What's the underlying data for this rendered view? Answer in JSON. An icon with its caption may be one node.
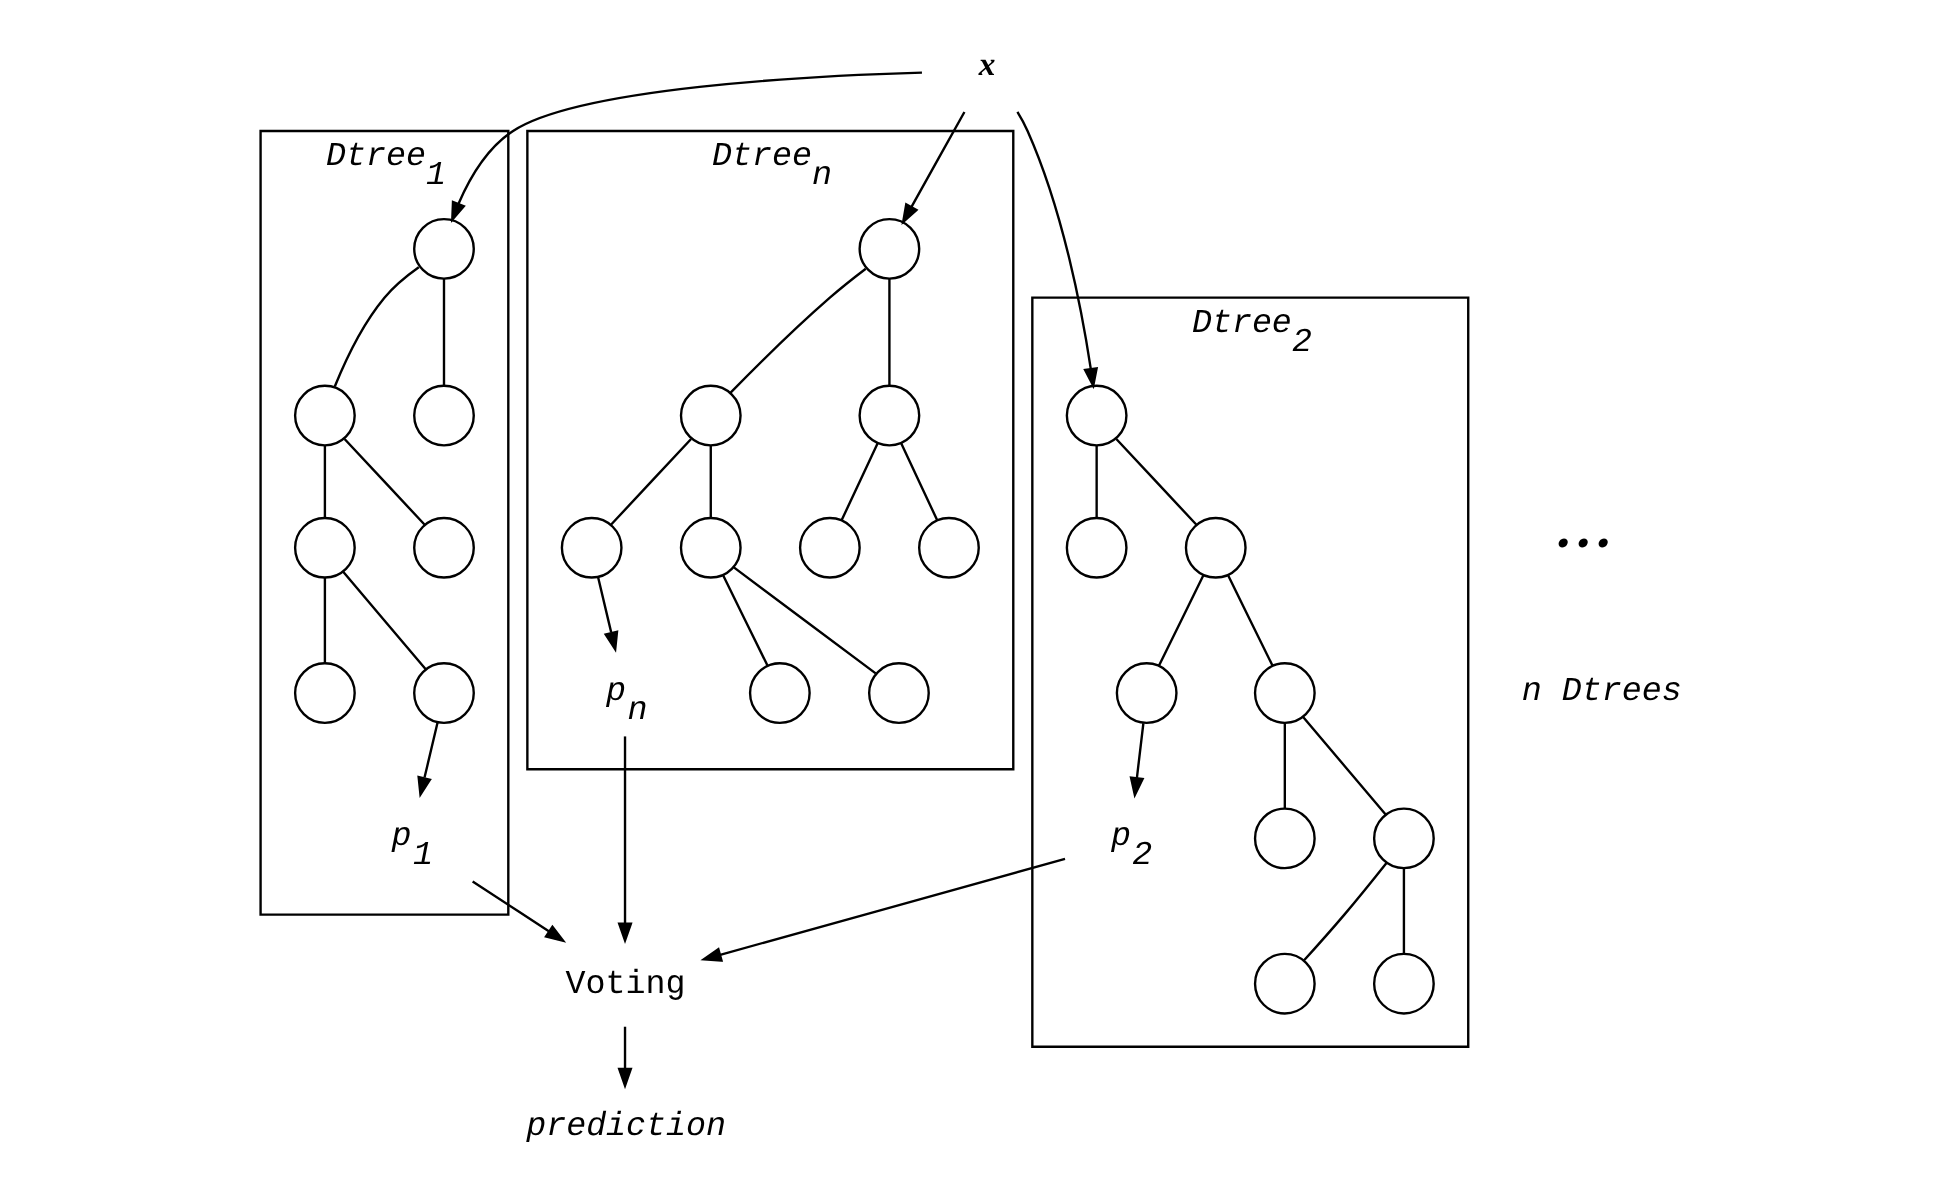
{
  "diagram": {
    "nodes": [
      {
        "text": [
          "x"
        ]
      },
      {
        "text": [
          "Dtree$_{1}$"
        ]
      },
      {
        "text": [],
        "shape": "circle",
        "in": 1
      },
      {
        "text": [],
        "shape": "circle",
        "in": 1
      },
      {
        "text": [],
        "shape": "circle",
        "in": 1
      },
      {
        "text": [],
        "shape": "circle",
        "in": 1
      },
      {
        "text": [],
        "shape": "circle",
        "in": 1
      },
      {
        "text": [],
        "shape": "circle",
        "in": 1
      },
      {
        "text": [],
        "shape": "circle",
        "in": 1
      },
      {
        "text": [
          "p$_{1}$"
        ],
        "in": 1
      },
      {
        "text": [
          "Dtree$_{2}$"
        ]
      },
      {
        "text": [],
        "shape": "circle",
        "in": 10
      },
      {
        "text": [],
        "shape": "circle",
        "in": 10
      },
      {
        "text": [],
        "shape": "circle",
        "in": 10
      },
      {
        "text": [],
        "shape": "circle",
        "in": 10
      },
      {
        "text": [],
        "shape": "circle",
        "in": 10
      },
      {
        "text": [],
        "shape": "circle",
        "in": 10
      },
      {
        "text": [],
        "shape": "circle",
        "in": 10
      },
      {
        "text": [],
        "shape": "circle",
        "in": 10
      },
      {
        "text": [],
        "shape": "circle",
        "in": 10
      },
      {
        "text": [
          "p$_{2}$"
        ],
        "in": 10
      },
      {
        "text": [
          "Dtree$_{n}$"
        ]
      },
      {
        "text": [],
        "shape": "circle",
        "in": 21
      },
      {
        "text": [],
        "shape": "circle",
        "in": 21
      },
      {
        "text": [],
        "shape": "circle",
        "in": 21
      },
      {
        "text": [],
        "shape": "circle",
        "in": 21
      },
      {
        "text": [],
        "shape": "circle",
        "in": 21
      },
      {
        "text": [],
        "shape": "circle",
        "in": 21
      },
      {
        "text": [],
        "shape": "circle",
        "in": 21
      },
      {
        "text": [],
        "shape": "circle",
        "in": 21
      },
      {
        "text": [],
        "shape": "circle",
        "in": 21
      },
      {
        "text": [
          "p$_{n}$"
        ],
        "in": 21
      },
      {
        "text": [
          "Voting"
        ]
      },
      {
        "text": [
          "prediction"
        ]
      }
    ],
    "edges": [
      {
        "from": 0,
        "to": 2,
        "arrow": "to"
      },
      {
        "from": 0,
        "to": 11,
        "arrow": "to"
      },
      {
        "from": 0,
        "to": 22,
        "arrow": "to"
      },
      {
        "from": 2,
        "to": 3,
        "arrow": "none"
      },
      {
        "from": 2,
        "to": 4,
        "arrow": "none"
      },
      {
        "from": 3,
        "to": 5,
        "arrow": "none"
      },
      {
        "from": 3,
        "to": 6,
        "arrow": "none"
      },
      {
        "from": 5,
        "to": 7,
        "arrow": "none"
      },
      {
        "from": 5,
        "to": 8,
        "arrow": "none"
      },
      {
        "from": 8,
        "to": 9,
        "arrow": "to"
      },
      {
        "from": 11,
        "to": 12,
        "arrow": "none"
      },
      {
        "from": 11,
        "to": 13,
        "arrow": "none"
      },
      {
        "from": 13,
        "to": 14,
        "arrow": "none"
      },
      {
        "from": 13,
        "to": 15,
        "arrow": "none"
      },
      {
        "from": 14,
        "to": 16,
        "arrow": "none"
      },
      {
        "from": 14,
        "to": 17,
        "arrow": "none"
      },
      {
        "from": 16,
        "to": 18,
        "arrow": "none"
      },
      {
        "from": 16,
        "to": 19,
        "arrow": "none"
      },
      {
        "from": 15,
        "to": 20,
        "arrow": "to"
      },
      {
        "from": 22,
        "to": 23,
        "arrow": "none"
      },
      {
        "from": 22,
        "to": 24,
        "arrow": "none"
      },
      {
        "from": 23,
        "to": 25,
        "arrow": "none"
      },
      {
        "from": 23,
        "to": 26,
        "arrow": "none"
      },
      {
        "from": 24,
        "to": 27,
        "arrow": "none"
      },
      {
        "from": 24,
        "to": 28,
        "arrow": "none"
      },
      {
        "from": 26,
        "to": 29,
        "arrow": "none"
      },
      {
        "from": 26,
        "to": 30,
        "arrow": "none"
      },
      {
        "from": 25,
        "to": 31,
        "arrow": "to"
      },
      {
        "from": 9,
        "to": 32,
        "arrow": "to"
      },
      {
        "from": 20,
        "to": 32,
        "arrow": "to"
      },
      {
        "from": 31,
        "to": 32,
        "arrow": "to"
      },
      {
        "from": 32,
        "to": 33,
        "arrow": "to"
      }
    ],
    "labels": [
      "•••",
      "n Dtrees"
    ]
  }
}
